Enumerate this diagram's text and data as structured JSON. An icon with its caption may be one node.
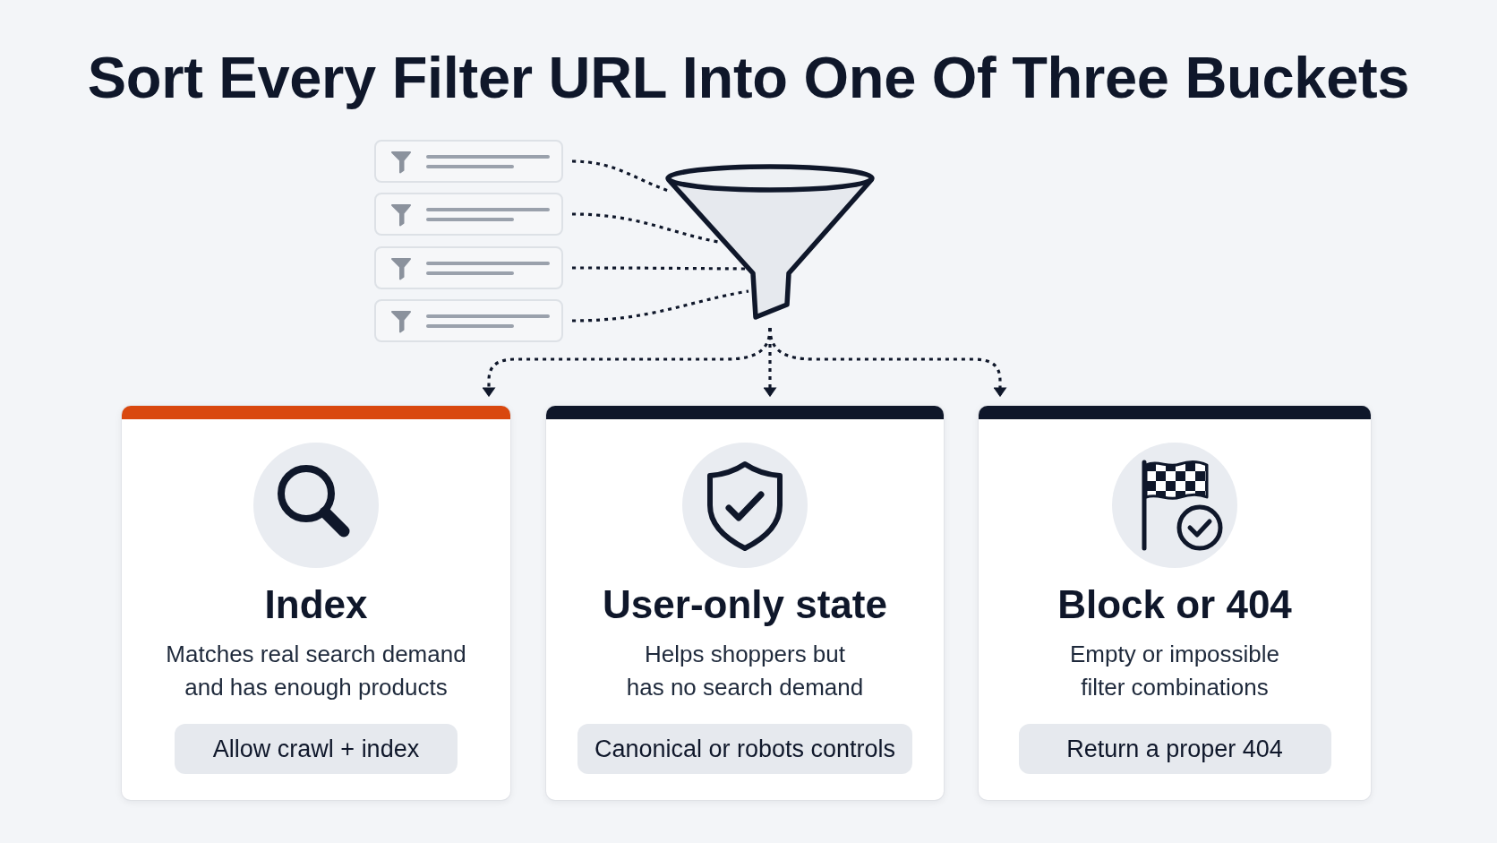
{
  "diagram": {
    "title": "Sort Every Filter URL Into One Of Three Buckets",
    "nodes": [
      {
        "text": [],
        "shape": "box"
      },
      {
        "text": [],
        "shape": "box"
      },
      {
        "text": [],
        "shape": "box"
      },
      {
        "text": [],
        "shape": "box"
      },
      {
        "text": [],
        "shape": "funnel"
      },
      {
        "text": [
          "Index",
          "Matches real search demand and has enough products"
        ]
      },
      {
        "text": [
          "Allow crawl + index"
        ],
        "in": 5
      },
      {
        "text": [
          "User-only state",
          "Helps shoppers but has no search demand"
        ]
      },
      {
        "text": [
          "Canonical or robots controls"
        ],
        "in": 7
      },
      {
        "text": [
          "Block or 404",
          "Empty or impossible filter combinations"
        ]
      },
      {
        "text": [
          "Return a proper 404"
        ],
        "in": 9
      }
    ],
    "edges": [
      {
        "from": 0,
        "to": 4,
        "arrow": "none",
        "style": "dashed"
      },
      {
        "from": 1,
        "to": 4,
        "arrow": "none",
        "style": "dashed"
      },
      {
        "from": 2,
        "to": 4,
        "arrow": "none",
        "style": "dashed"
      },
      {
        "from": 3,
        "to": 4,
        "arrow": "none",
        "style": "dashed"
      },
      {
        "from": 4,
        "to": 5,
        "arrow": "to",
        "style": "dashed"
      },
      {
        "from": 4,
        "to": 7,
        "arrow": "to",
        "style": "dashed"
      },
      {
        "from": 4,
        "to": 9,
        "arrow": "to",
        "style": "dashed"
      }
    ]
  }
}
